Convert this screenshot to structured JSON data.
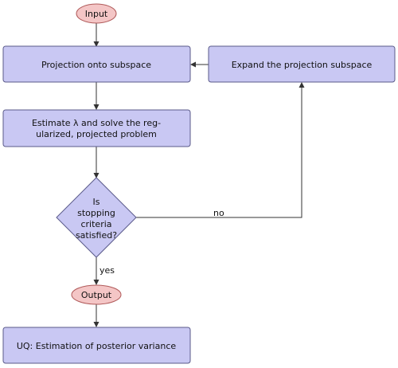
{
  "colors": {
    "terminal_fill": "#f4c6c6",
    "terminal_stroke": "#b05a5a",
    "process_fill": "#c9c8f3",
    "process_stroke": "#5a5a8a",
    "edge": "#333333"
  },
  "nodes": {
    "input": "Input",
    "projection": "Projection onto subspace",
    "expand": "Expand the projection subspace",
    "estimate": [
      "Estimate  λ and solve the reg-",
      "ularized, projected problem"
    ],
    "decision": [
      "Is",
      "stopping",
      "criteria",
      "satisfied?"
    ],
    "output": "Output",
    "uq": "UQ: Estimation of posterior variance"
  },
  "edges": {
    "no_label": "no",
    "yes_label": "yes"
  }
}
